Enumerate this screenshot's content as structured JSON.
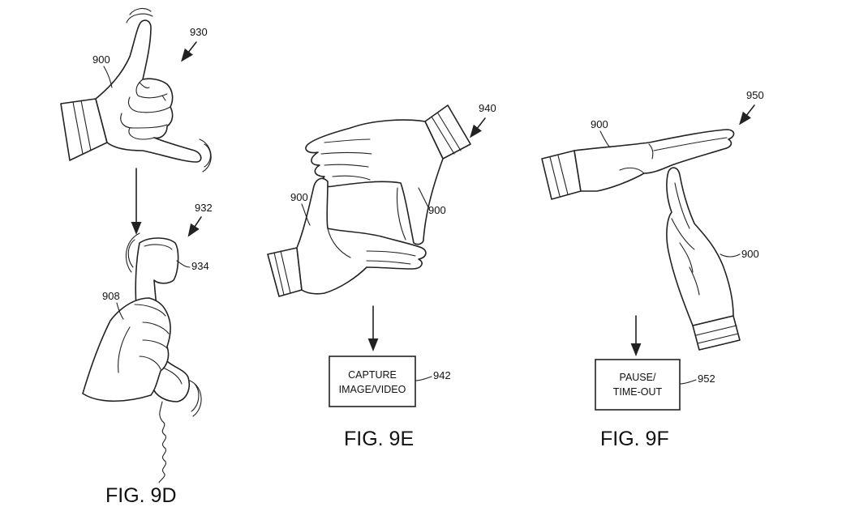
{
  "figures": [
    {
      "caption": "FIG. 9D",
      "refs": {
        "gesture": "930",
        "hand": "900",
        "result": "932",
        "phone": "934",
        "user_hand": "908"
      }
    },
    {
      "caption": "FIG. 9E",
      "refs": {
        "gesture": "940",
        "hand_upper": "900",
        "hand_lower": "900",
        "box": "942"
      },
      "box_lines": [
        "CAPTURE",
        "IMAGE/VIDEO"
      ]
    },
    {
      "caption": "FIG. 9F",
      "refs": {
        "gesture": "950",
        "hand_top": "900",
        "hand_bottom": "900",
        "box": "952"
      },
      "box_lines": [
        "PAUSE/",
        "TIME-OUT"
      ]
    }
  ]
}
